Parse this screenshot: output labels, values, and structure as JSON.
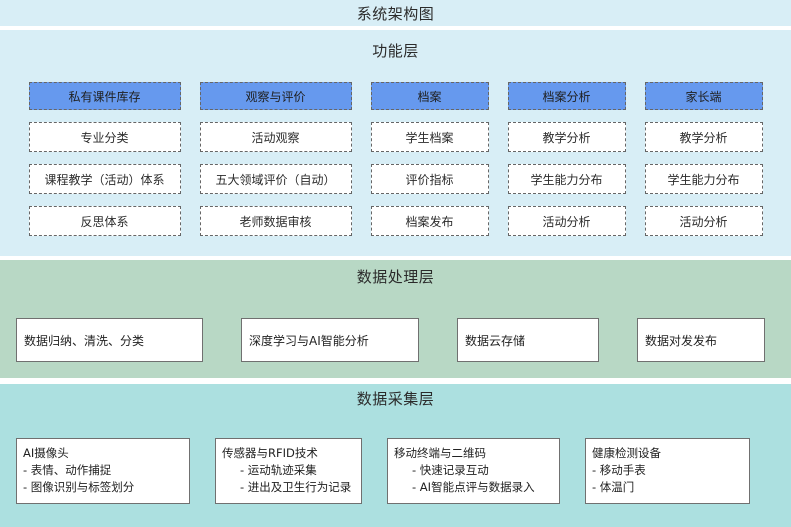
{
  "title": "系统架构图",
  "colors": {
    "function_layer_bg": "#d8eef6",
    "processing_layer_bg": "#b8d8c5",
    "collection_layer_bg": "#ace0e0",
    "header_blue": "#6699ee",
    "box_white": "#ffffff",
    "border_gray": "#666666"
  },
  "function_layer": {
    "title": "功能层",
    "columns": [
      {
        "header": "私有课件库存",
        "items": [
          "专业分类",
          "课程教学（活动）体系",
          "反思体系"
        ]
      },
      {
        "header": "观察与评价",
        "items": [
          "活动观察",
          "五大领域评价（自动）",
          "老师数据审核"
        ]
      },
      {
        "header": "档案",
        "items": [
          "学生档案",
          "评价指标",
          "档案发布"
        ]
      },
      {
        "header": "档案分析",
        "items": [
          "教学分析",
          "学生能力分布",
          "活动分析"
        ]
      },
      {
        "header": "家长端",
        "items": [
          "教学分析",
          "学生能力分布",
          "活动分析"
        ]
      }
    ]
  },
  "processing_layer": {
    "title": "数据处理层",
    "boxes": [
      "数据归纳、清洗、分类",
      "深度学习与AI智能分析",
      "数据云存储",
      "数据对发发布"
    ]
  },
  "collection_layer": {
    "title": "数据采集层",
    "boxes": [
      {
        "head": "AI摄像头",
        "subs": [
          "- 表情、动作捕捉",
          "- 图像识别与标签划分"
        ],
        "indent": false
      },
      {
        "head": "传感器与RFID技术",
        "subs": [
          "- 运动轨迹采集",
          "- 进出及卫生行为记录"
        ],
        "indent": true
      },
      {
        "head": "移动终端与二维码",
        "subs": [
          "- 快速记录互动",
          "- AI智能点评与数据录入"
        ],
        "indent": true
      },
      {
        "head": "健康检测设备",
        "subs": [
          "- 移动手表",
          "- 体温门"
        ],
        "indent": false
      }
    ]
  }
}
